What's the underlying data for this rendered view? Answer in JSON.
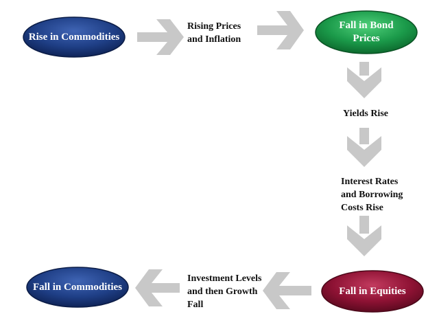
{
  "nodes": {
    "rise_commodities": {
      "label": "Rise in Commodities",
      "color": "#1f3f86"
    },
    "fall_bond": {
      "label": "Fall in Bond\nPrices",
      "color": "#1b9a4a"
    },
    "fall_equities": {
      "label": "Fall in Equities",
      "color": "#8e1234"
    },
    "fall_commodities": {
      "label": "Fall in Commodities",
      "color": "#1f3f86"
    }
  },
  "steps": {
    "rising_prices": "Rising Prices\nand Inflation",
    "yields_rise": "Yields Rise",
    "interest_rates": "Interest Rates\nand  Borrowing\nCosts Rise",
    "investment_levels": "Investment Levels\nand then Growth\nFall"
  },
  "colors": {
    "arrow": "#c8c8c8",
    "text": "#111111"
  }
}
